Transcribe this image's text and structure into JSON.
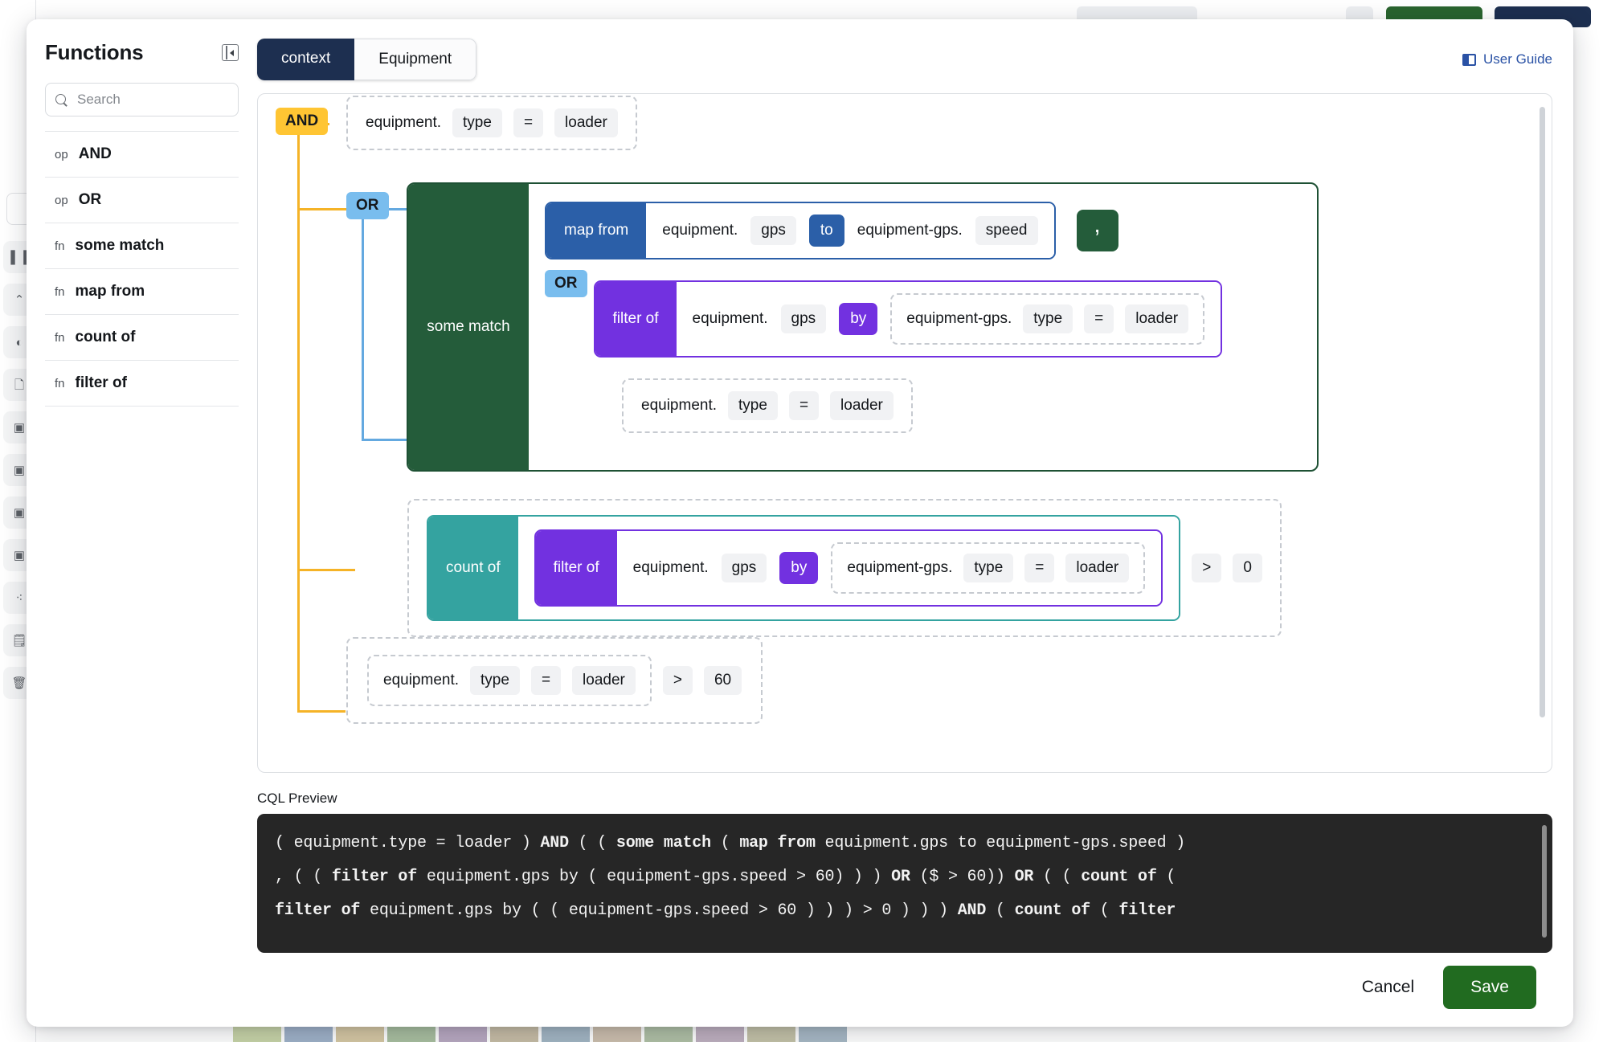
{
  "background": {
    "rail_icons": [
      "bar-chart-icon",
      "chevron-up-icon",
      "contrast-icon",
      "file-icon",
      "box-icon",
      "box-icon",
      "box-icon",
      "box-icon",
      "scatter-icon",
      "clipboard-icon",
      "trash-icon"
    ]
  },
  "sidebar": {
    "title": "Functions",
    "collapse_icon": "collapse-panel-icon",
    "search": {
      "placeholder": "Search",
      "value": "",
      "icon": "search-icon"
    },
    "items": [
      {
        "kind": "op",
        "label": "AND"
      },
      {
        "kind": "op",
        "label": "OR"
      },
      {
        "kind": "fn",
        "label": "some match"
      },
      {
        "kind": "fn",
        "label": "map from"
      },
      {
        "kind": "fn",
        "label": "count of"
      },
      {
        "kind": "fn",
        "label": "filter of"
      }
    ]
  },
  "header": {
    "tabs": [
      {
        "label": "context",
        "active": true
      },
      {
        "label": "Equipment",
        "active": false
      }
    ],
    "user_guide": {
      "label": "User Guide",
      "icon": "book-icon"
    }
  },
  "canvas": {
    "root_operator": "AND",
    "rule_1": {
      "field_prefix": "equipment.",
      "field": "type",
      "operator": "=",
      "value": "loader"
    },
    "branch_operator": "OR",
    "some_match": {
      "label": "some match",
      "separator": ",",
      "map_from": {
        "name": "map from",
        "source_prefix": "equipment.",
        "source": "gps",
        "keyword": "to",
        "target_prefix": "equipment-gps.",
        "target": "speed"
      },
      "inner_operator": "OR",
      "filter_of": {
        "name": "filter of",
        "source_prefix": "equipment.",
        "source": "gps",
        "keyword": "by",
        "pred_prefix": "equipment-gps.",
        "pred_field": "type",
        "pred_op": "=",
        "pred_value": "loader"
      },
      "rule": {
        "field_prefix": "equipment.",
        "field": "type",
        "operator": "=",
        "value": "loader"
      }
    },
    "count_of": {
      "name": "count of",
      "filter_of": {
        "name": "filter of",
        "source_prefix": "equipment.",
        "source": "gps",
        "keyword": "by",
        "pred_prefix": "equipment-gps.",
        "pred_field": "type",
        "pred_op": "=",
        "pred_value": "loader"
      },
      "compare_op": ">",
      "compare_value": "0"
    },
    "rule_2": {
      "field_prefix": "equipment.",
      "field": "type",
      "operator": "=",
      "value": "loader",
      "compare_op": ">",
      "compare_value": "60"
    }
  },
  "cql": {
    "label": "CQL Preview",
    "line1_a": "( equipment.type = loader ) ",
    "line1_b": "AND",
    "line1_c": " ( ( ",
    "line1_d": "some match",
    "line1_e": " ( ",
    "line1_f": "map from",
    "line1_g": " equipment.gps to equipment-gps.speed )",
    "line2_a": ", ( ( ",
    "line2_b": "filter of",
    "line2_c": " equipment.gps by ( equipment-gps.speed > 60) ) ) ",
    "line2_d": "OR",
    "line2_e": " ($ > 60)) ",
    "line2_f": "OR",
    "line2_g": " ( ( ",
    "line2_h": "count of",
    "line2_i": " (",
    "line3_a": "filter of",
    "line3_b": " equipment.gps by ( ( equipment-gps.speed > 60 ) ) ) > 0 ) ) ) ",
    "line3_c": "AND",
    "line3_d": " ( ",
    "line3_e": "count of",
    "line3_f": " ( ",
    "line3_g": "filter"
  },
  "footer": {
    "cancel_label": "Cancel",
    "save_label": "Save"
  },
  "colors": {
    "and_badge": "#ffc533",
    "or_badge": "#79bdee",
    "map_from": "#2b5fa8",
    "filter_of": "#7231e0",
    "count_of": "#34a3a0",
    "some_match": "#245c3a",
    "save": "#216b20",
    "tab_active": "#1d2f50",
    "link": "#2a52a5"
  }
}
